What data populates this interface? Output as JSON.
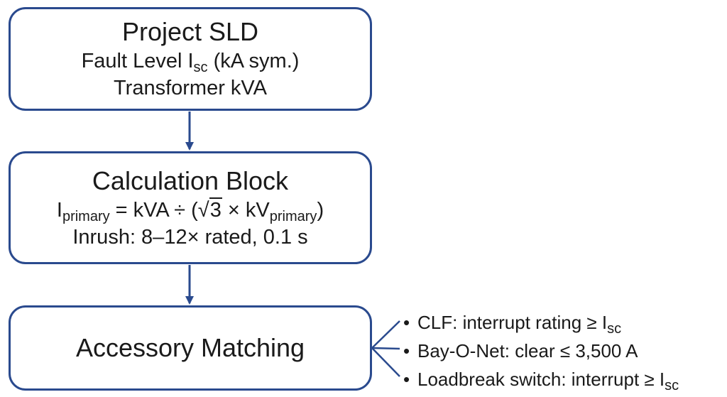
{
  "nodes": {
    "project": {
      "title": "Project SLD",
      "fault_prefix": "Fault Level I",
      "fault_sub": "sc",
      "fault_suffix": " (kA sym.)",
      "transformer": "Transformer kVA"
    },
    "calc": {
      "title": "Calculation Block",
      "eq_I": "I",
      "eq_I_sub": "primary",
      "eq_mid": " = kVA ÷ (",
      "eq_sqrt_sign": "√",
      "eq_sqrt_arg": "3",
      "eq_times": " × kV",
      "eq_kv_sub": "primary",
      "eq_close": ")",
      "inrush": "Inrush: 8–12× rated, 0.1 s"
    },
    "accessory": {
      "title": "Accessory Matching"
    }
  },
  "bullets": [
    {
      "symbol": "•",
      "text": "CLF: interrupt rating ≥ I",
      "sub": "sc"
    },
    {
      "symbol": "•",
      "text": "Bay-O-Net: clear ≤ 3,500 A",
      "sub": ""
    },
    {
      "symbol": "•",
      "text": "Loadbreak switch: interrupt ≥ I",
      "sub": "sc"
    }
  ],
  "colors": {
    "border": "#2a4a8e",
    "text": "#1a1a1a"
  }
}
